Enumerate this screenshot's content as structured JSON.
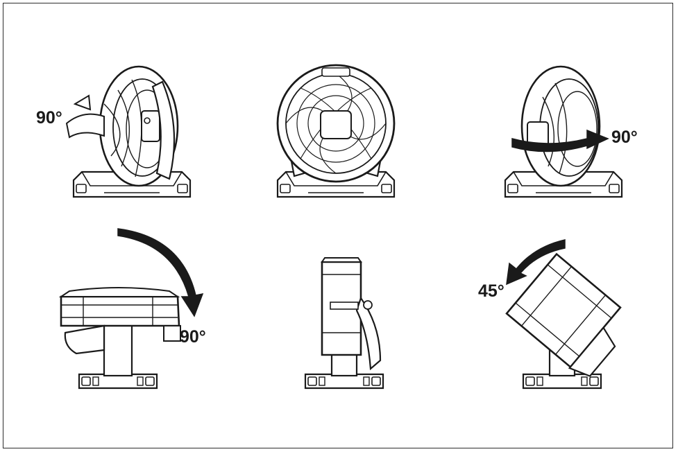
{
  "labels": {
    "top_left": "90°",
    "top_right": "90°",
    "bottom_left": "90°",
    "bottom_right": "45°"
  },
  "colors": {
    "line": "#1a1a1a",
    "fill": "#ffffff",
    "frame": "#2b2b2b"
  }
}
